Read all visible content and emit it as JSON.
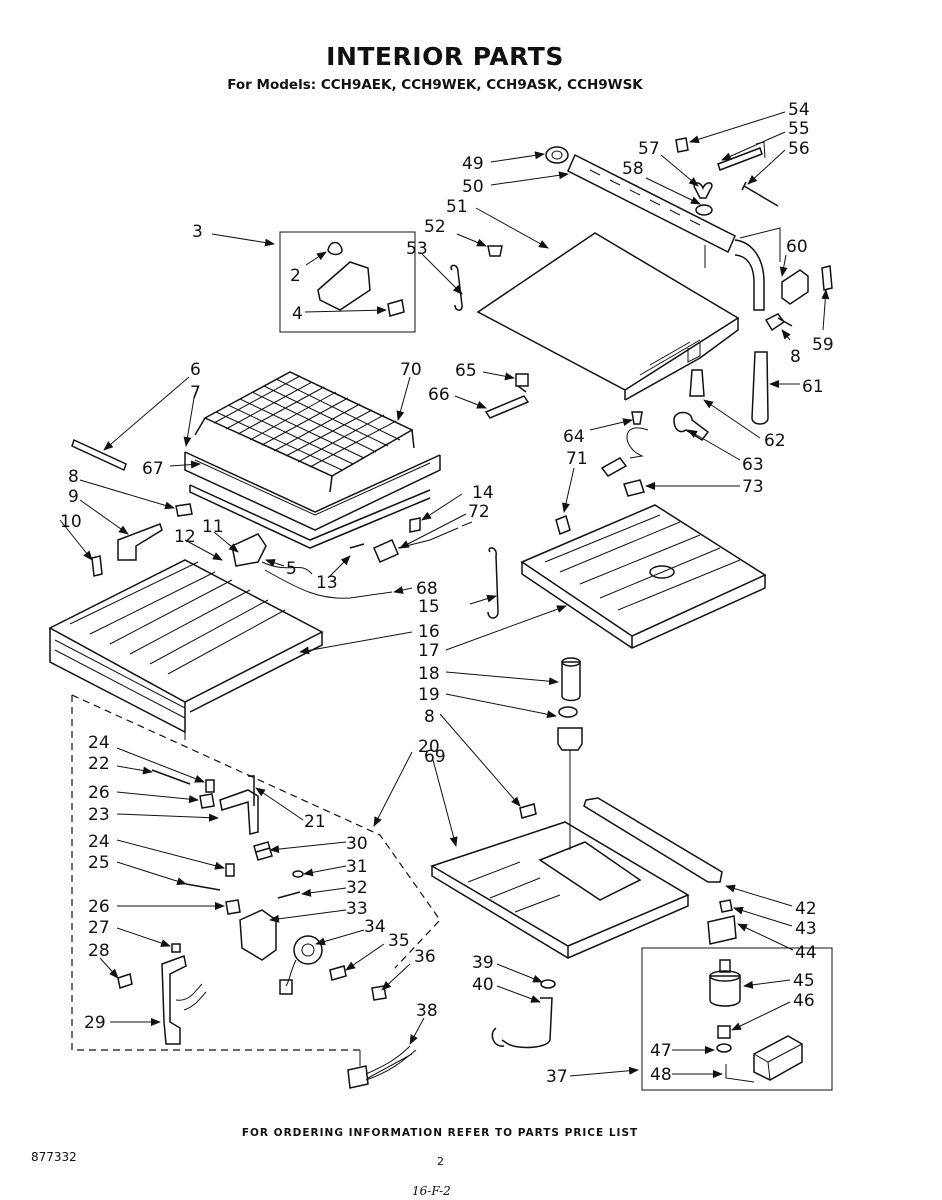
{
  "title": "INTERIOR PARTS",
  "subtitle": "For Models: CCH9AEK,  CCH9WEK, CCH9ASK,  CCH9WSK",
  "footer": "FOR ORDERING INFORMATION REFER TO PARTS PRICE LIST",
  "doc_number": "877332",
  "page_number": "2",
  "handwritten_note": "16-F-2",
  "callouts": [
    "54",
    "55",
    "57",
    "56",
    "49",
    "58",
    "50",
    "51",
    "60",
    "3",
    "52",
    "53",
    "2",
    "59",
    "4",
    "8",
    "61",
    "6",
    "70",
    "65",
    "7",
    "66",
    "62",
    "64",
    "67",
    "71",
    "63",
    "73",
    "8",
    "9",
    "14",
    "72",
    "10",
    "11",
    "12",
    "5",
    "13",
    "68",
    "15",
    "16",
    "17",
    "18",
    "19",
    "8",
    "20",
    "24",
    "69",
    "22",
    "26",
    "21",
    "23",
    "30",
    "24",
    "31",
    "25",
    "32",
    "26",
    "33",
    "42",
    "27",
    "34",
    "43",
    "35",
    "44",
    "28",
    "36",
    "39",
    "45",
    "40",
    "46",
    "29",
    "38",
    "47",
    "37",
    "48"
  ]
}
